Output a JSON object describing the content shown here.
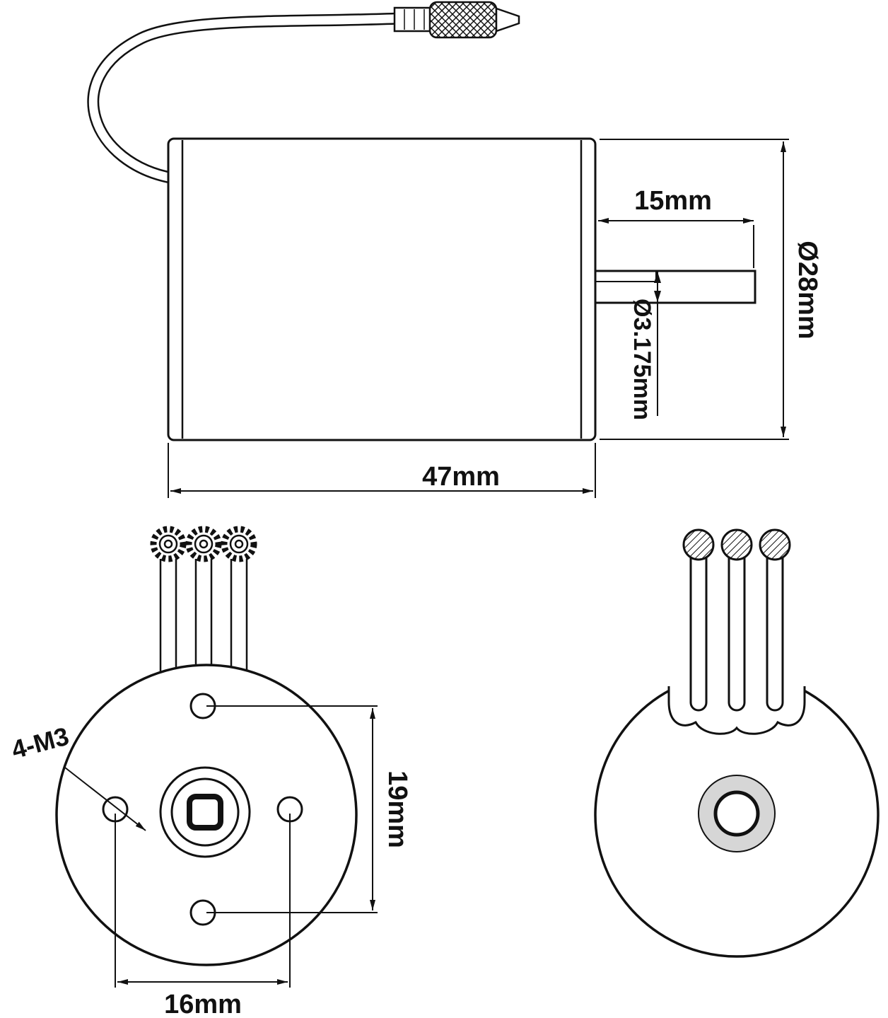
{
  "colors": {
    "line": "#111111",
    "background": "#ffffff",
    "hub_fill": "#d6d6d6"
  },
  "diagram": {
    "side_view": {
      "length": "47mm",
      "diameter": "Ø28mm",
      "shaft_length": "15mm",
      "shaft_diameter": "Ø3.175mm"
    },
    "front_view": {
      "mount_thread": "4-M3",
      "hole_spacing_vertical": "19mm",
      "hole_spacing_horizontal": "16mm"
    }
  }
}
